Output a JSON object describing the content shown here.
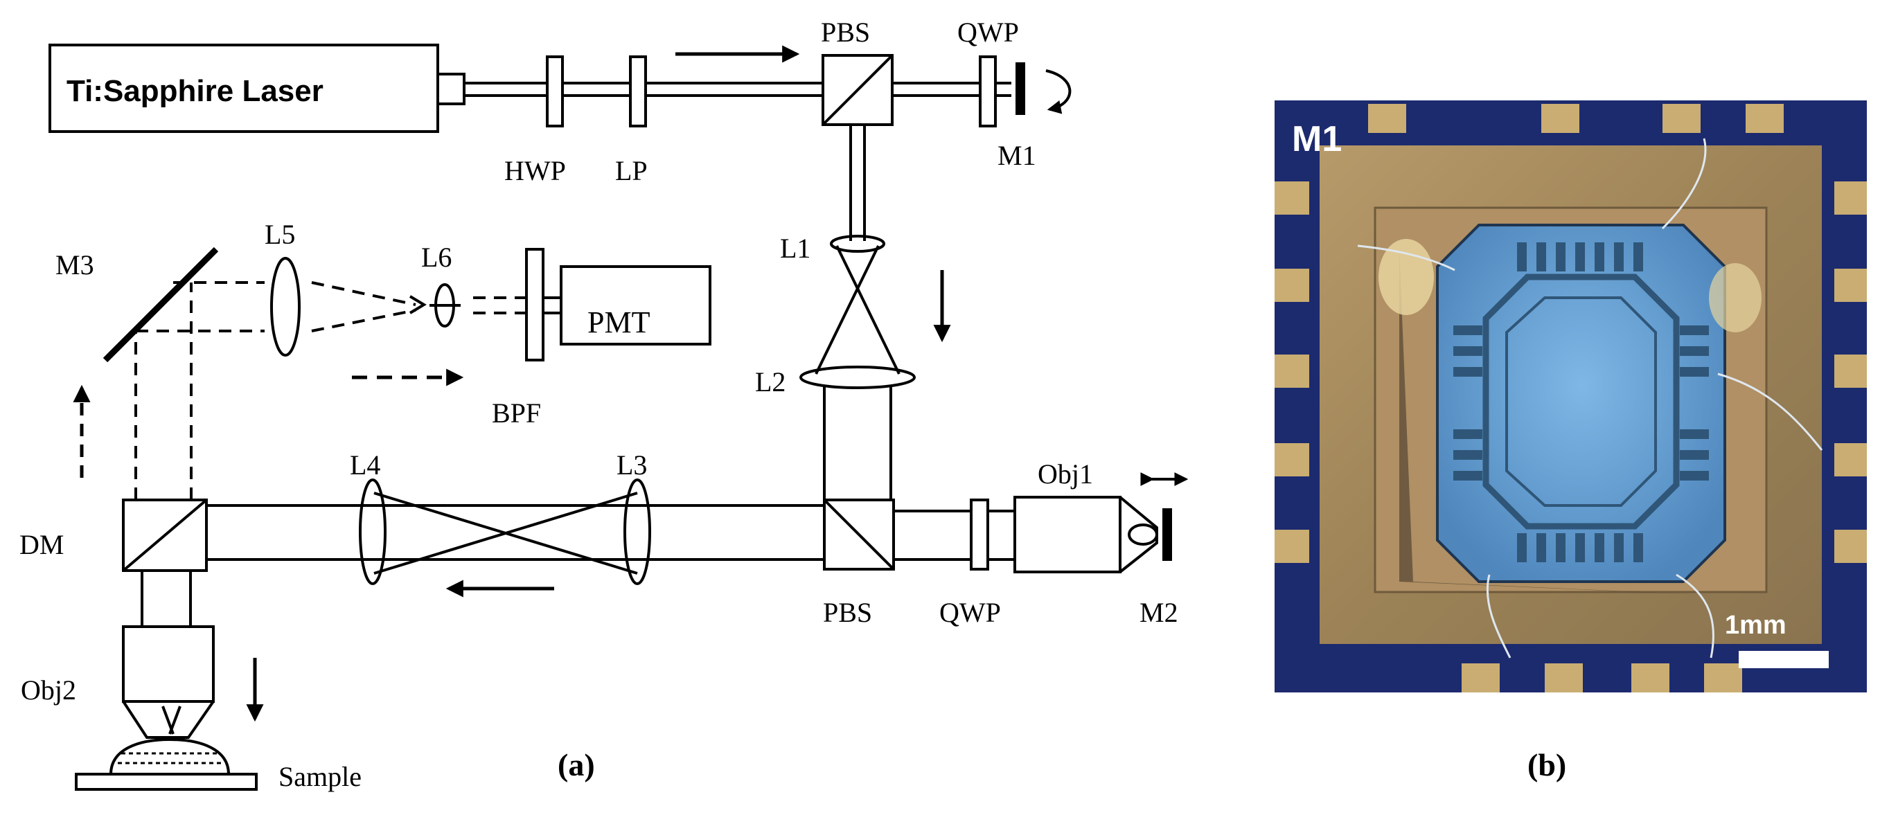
{
  "panel_a": {
    "caption": "(a)",
    "labels": {
      "laser": "Ti:Sapphire Laser",
      "hwp": "HWP",
      "lp": "LP",
      "pbs_top": "PBS",
      "qwp_top": "QWP",
      "m1": "M1",
      "l1": "L1",
      "l2": "L2",
      "l3": "L3",
      "l4": "L4",
      "l5": "L5",
      "l6": "L6",
      "m3": "M3",
      "pmt": "PMT",
      "bpf": "BPF",
      "dm": "DM",
      "pbs_bottom": "PBS",
      "qwp_bottom": "QWP",
      "obj1": "Obj1",
      "m2": "M2",
      "obj2": "Obj2",
      "sample": "Sample"
    }
  },
  "panel_b": {
    "caption": "(b)",
    "photo_label": "M1",
    "scale_bar": "1mm",
    "colors": {
      "substrate": "#1c2a6e",
      "frame": "#a48a5f",
      "chip": "#5f99cf",
      "pattern": "#2f5678",
      "pads": "#c9ad72"
    }
  }
}
